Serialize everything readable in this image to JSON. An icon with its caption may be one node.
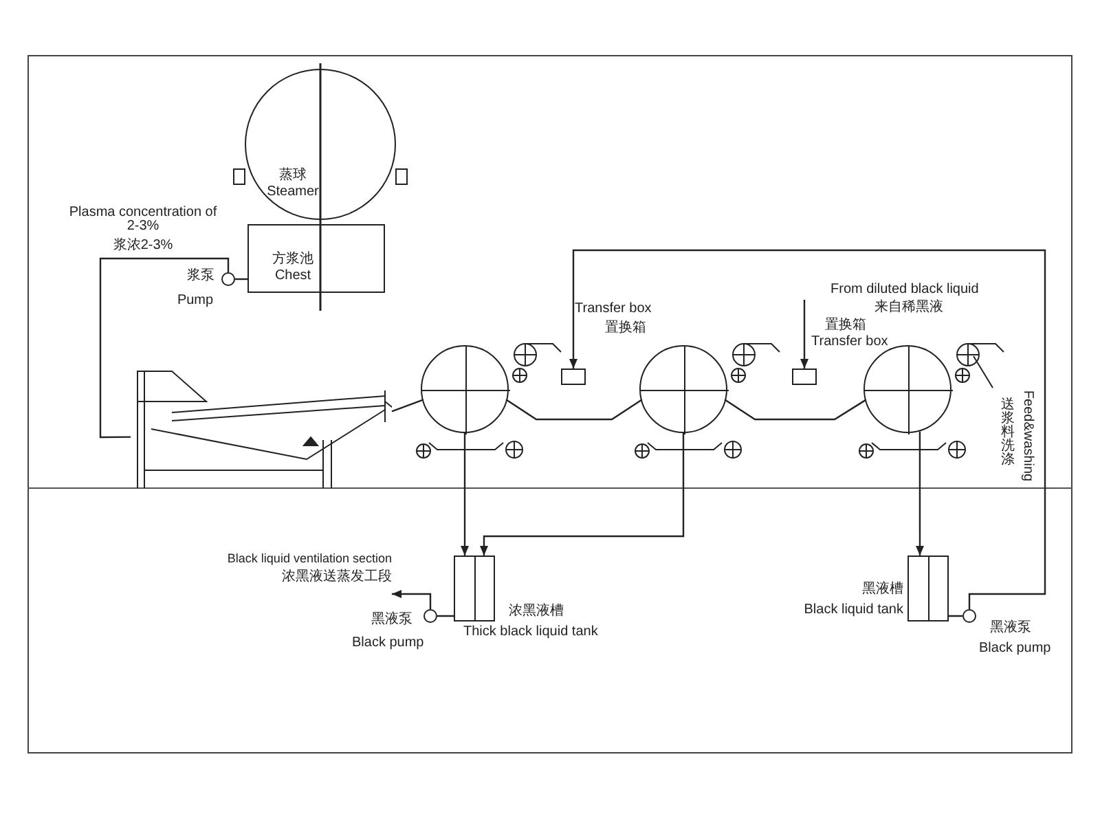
{
  "diagram": {
    "nodes": [
      {
        "text": [
          "蒸球",
          "Steamer"
        ]
      },
      {
        "text": [
          "方浆池",
          "Chest"
        ]
      },
      {
        "text": [],
        "shape": "circle",
        "beside": [
          "浆泵",
          "Pump"
        ]
      },
      {
        "text": [],
        "shape": "picture"
      },
      {
        "text": [],
        "shape": "circle"
      },
      {
        "text": [],
        "shape": "box",
        "beside": [
          "Transfer box",
          "置换箱"
        ]
      },
      {
        "text": [],
        "shape": "circle"
      },
      {
        "text": [],
        "shape": "box",
        "beside": [
          "置换箱",
          "Transfer box"
        ]
      },
      {
        "text": [],
        "shape": "circle"
      },
      {
        "text": [],
        "shape": "box",
        "beside": [
          "浓黑液槽",
          "Thick black liquid tank"
        ]
      },
      {
        "text": [],
        "shape": "circle",
        "beside": [
          "黑液泵",
          "Black pump"
        ]
      },
      {
        "text": [],
        "shape": "box",
        "beside": [
          "黑液槽",
          "Black liquid tank"
        ]
      },
      {
        "text": [],
        "shape": "circle",
        "beside": [
          "黑液泵",
          "Black pump"
        ]
      },
      {
        "text": [
          "Black liquid ventilation section",
          "浓黑液送蒸发工段"
        ]
      }
    ],
    "edges": [
      {
        "from": 1,
        "to": 2,
        "arrow": "none"
      },
      {
        "from": 2,
        "to": 3,
        "arrow": "none"
      },
      {
        "from": 3,
        "to": 4,
        "arrow": "none"
      },
      {
        "from": 4,
        "to": 6,
        "arrow": "none"
      },
      {
        "from": 6,
        "to": 8,
        "arrow": "none"
      },
      {
        "from": 4,
        "to": 9,
        "arrow": "to"
      },
      {
        "from": 6,
        "to": 9,
        "arrow": "to"
      },
      {
        "from": 8,
        "to": 11,
        "arrow": "to"
      },
      {
        "from": 9,
        "to": 10,
        "arrow": "none"
      },
      {
        "from": 10,
        "to": 13,
        "arrow": "to"
      },
      {
        "from": 11,
        "to": 12,
        "arrow": "none"
      },
      {
        "from": 12,
        "to": 5,
        "arrow": "to"
      },
      {
        "from": null,
        "to": 7,
        "arrow": "to"
      }
    ],
    "labels": [
      "Plasma concentration of 2-3%",
      "浆浓2-3%",
      "From diluted black liquid",
      "来自稀黑液",
      "Feed&washing",
      "送浆料洗涤"
    ]
  }
}
